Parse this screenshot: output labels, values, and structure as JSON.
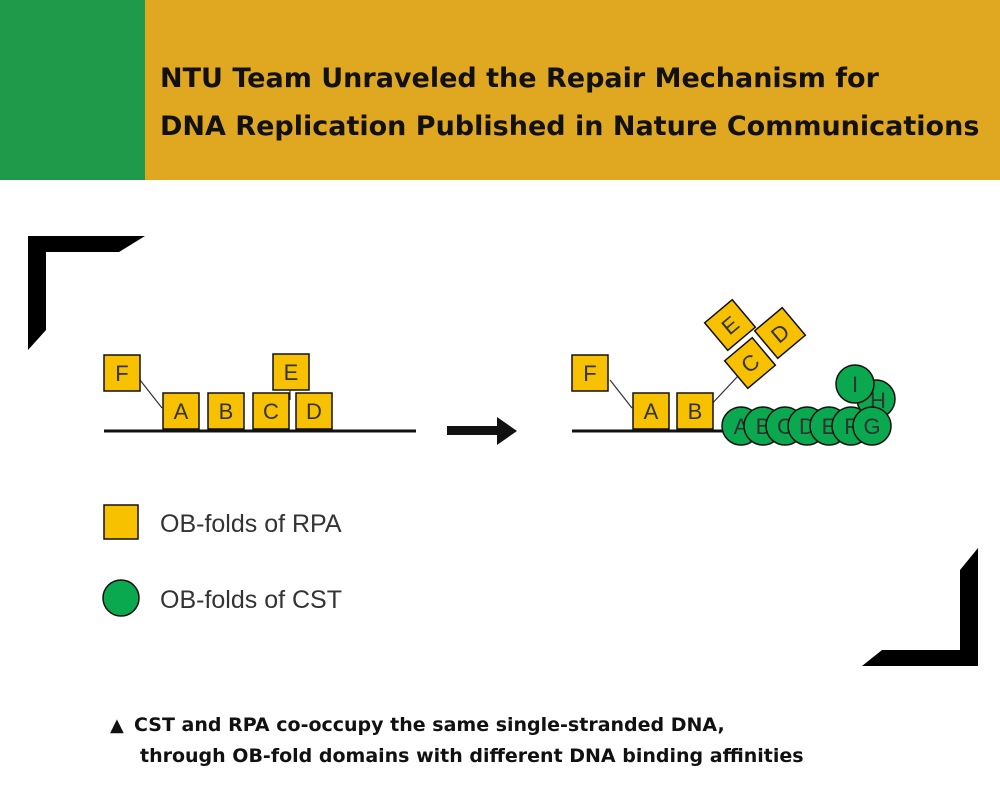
{
  "header": {
    "title_line1": "NTU Team Unraveled the Repair Mechanism for",
    "title_line2": "DNA Replication Published in Nature Communications",
    "colors": {
      "green": "#1f9a4b",
      "gold": "#e0a821"
    }
  },
  "figure": {
    "left_panel": {
      "boxes": [
        "F",
        "A",
        "B",
        "C",
        "D",
        "E"
      ]
    },
    "right_panel": {
      "boxes": [
        "F",
        "A",
        "B",
        "C",
        "D",
        "E"
      ],
      "circles": [
        "A",
        "B",
        "C",
        "D",
        "E",
        "F",
        "G",
        "H",
        "I"
      ]
    },
    "legend": {
      "rpa": "OB-folds of RPA",
      "cst": "OB-folds of CST"
    },
    "colors": {
      "rpa": "#f7c100",
      "cst": "#0aa84f",
      "strand": "#111111"
    },
    "icons": [
      "arrow-right-icon",
      "corner-bracket-icon"
    ]
  },
  "caption": {
    "marker": "▲",
    "line1": "CST and RPA co-occupy the same single-stranded DNA,",
    "line2": "through OB-fold domains with different DNA binding affinities"
  }
}
